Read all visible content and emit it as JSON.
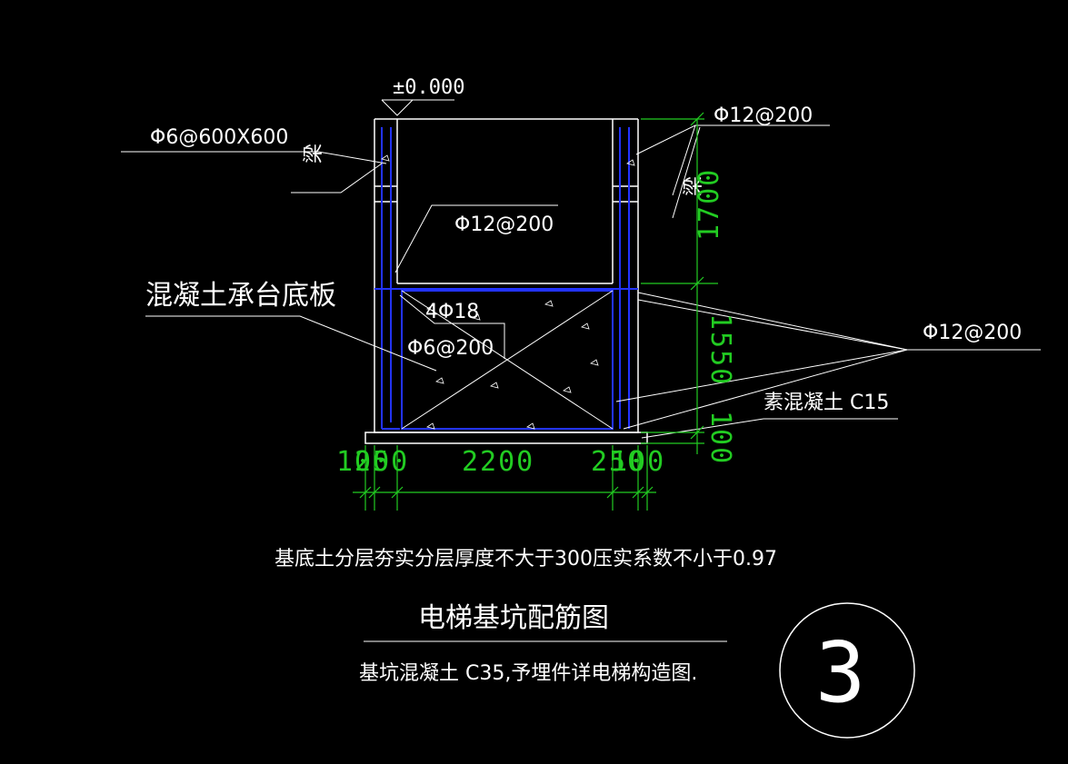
{
  "drawing": {
    "elevation_label": "±0.000",
    "labels": {
      "mesh": "Φ6@600X600",
      "beam_left": "梁",
      "beam_right": "梁",
      "rebar_inner": "Φ12@200",
      "rebar_top_right": "Φ12@200",
      "rebar_right": "Φ12@200",
      "cap_slab": "混凝土承台底板",
      "bars_4": "4Φ18",
      "stirrup": "Φ6@200",
      "plain_concrete": "素混凝土 C15"
    },
    "dimensions": {
      "vertical": [
        "1700",
        "1550",
        "100"
      ],
      "horizontal_text": "2200",
      "horizontal_left": "100",
      "horizontal_left2": "250",
      "horizontal_right": "250",
      "horizontal_right2": "100"
    },
    "notes": {
      "soil_note": "基底土分层夯实分层厚度不大于300压实系数不小于0.97",
      "title": "电梯基坑配筋图",
      "subnote": "基坑混凝土 C35,予埋件详电梯构造图."
    },
    "sheet_number": "3"
  },
  "colors": {
    "background": "#000000",
    "lines": "#ffffff",
    "rebar": "#2233ff",
    "dimension": "#22cc22"
  }
}
